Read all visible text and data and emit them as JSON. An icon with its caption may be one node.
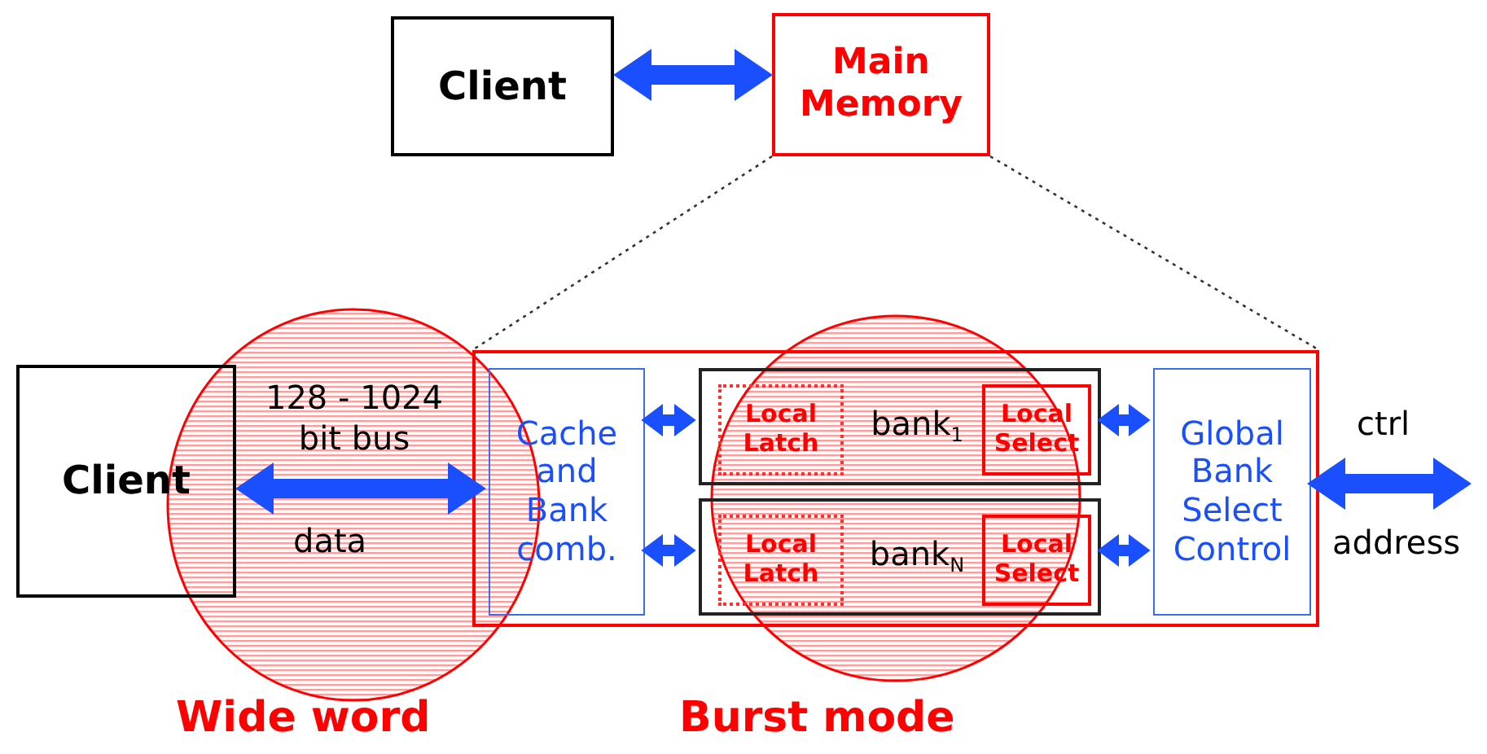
{
  "diagram": {
    "nodes": [
      {
        "text": [
          "Client"
        ]
      },
      {
        "text": [
          "Main Memory"
        ]
      },
      {
        "text": [
          "Client"
        ]
      },
      {
        "text": [],
        "shape": "box"
      },
      {
        "text": [
          "Cache and Bank comb."
        ],
        "in": 3
      },
      {
        "text": [
          "bank$_{1}$"
        ],
        "in": 3
      },
      {
        "text": [
          "Local Latch"
        ],
        "in": 5
      },
      {
        "text": [
          "Local Select"
        ],
        "in": 5
      },
      {
        "text": [
          "bank$_{N}$"
        ],
        "in": 3
      },
      {
        "text": [
          "Local Latch"
        ],
        "in": 8
      },
      {
        "text": [
          "Local Select"
        ],
        "in": 8
      },
      {
        "text": [
          "Global Bank Select Control"
        ],
        "in": 3
      }
    ],
    "edges": [
      {
        "from": 0,
        "to": 1,
        "arrow": "both"
      },
      {
        "from": 2,
        "to": 4,
        "arrow": "both",
        "label": "128 - 1024 bit bus"
      },
      {
        "from": 4,
        "to": 5,
        "arrow": "both"
      },
      {
        "from": 4,
        "to": 8,
        "arrow": "both"
      },
      {
        "from": 5,
        "to": 11,
        "arrow": "both"
      },
      {
        "from": 8,
        "to": 11,
        "arrow": "both"
      },
      {
        "from": 11,
        "to": null,
        "arrow": "both"
      },
      {
        "from": 1,
        "to": 3,
        "arrow": "none",
        "style": "dashed",
        "color": "#333333"
      },
      {
        "from": 1,
        "to": 3,
        "arrow": "none",
        "style": "dashed",
        "color": "#333333"
      }
    ],
    "labels": [
      "data",
      "ctrl",
      "address",
      "Wide word",
      "Burst mode"
    ]
  }
}
